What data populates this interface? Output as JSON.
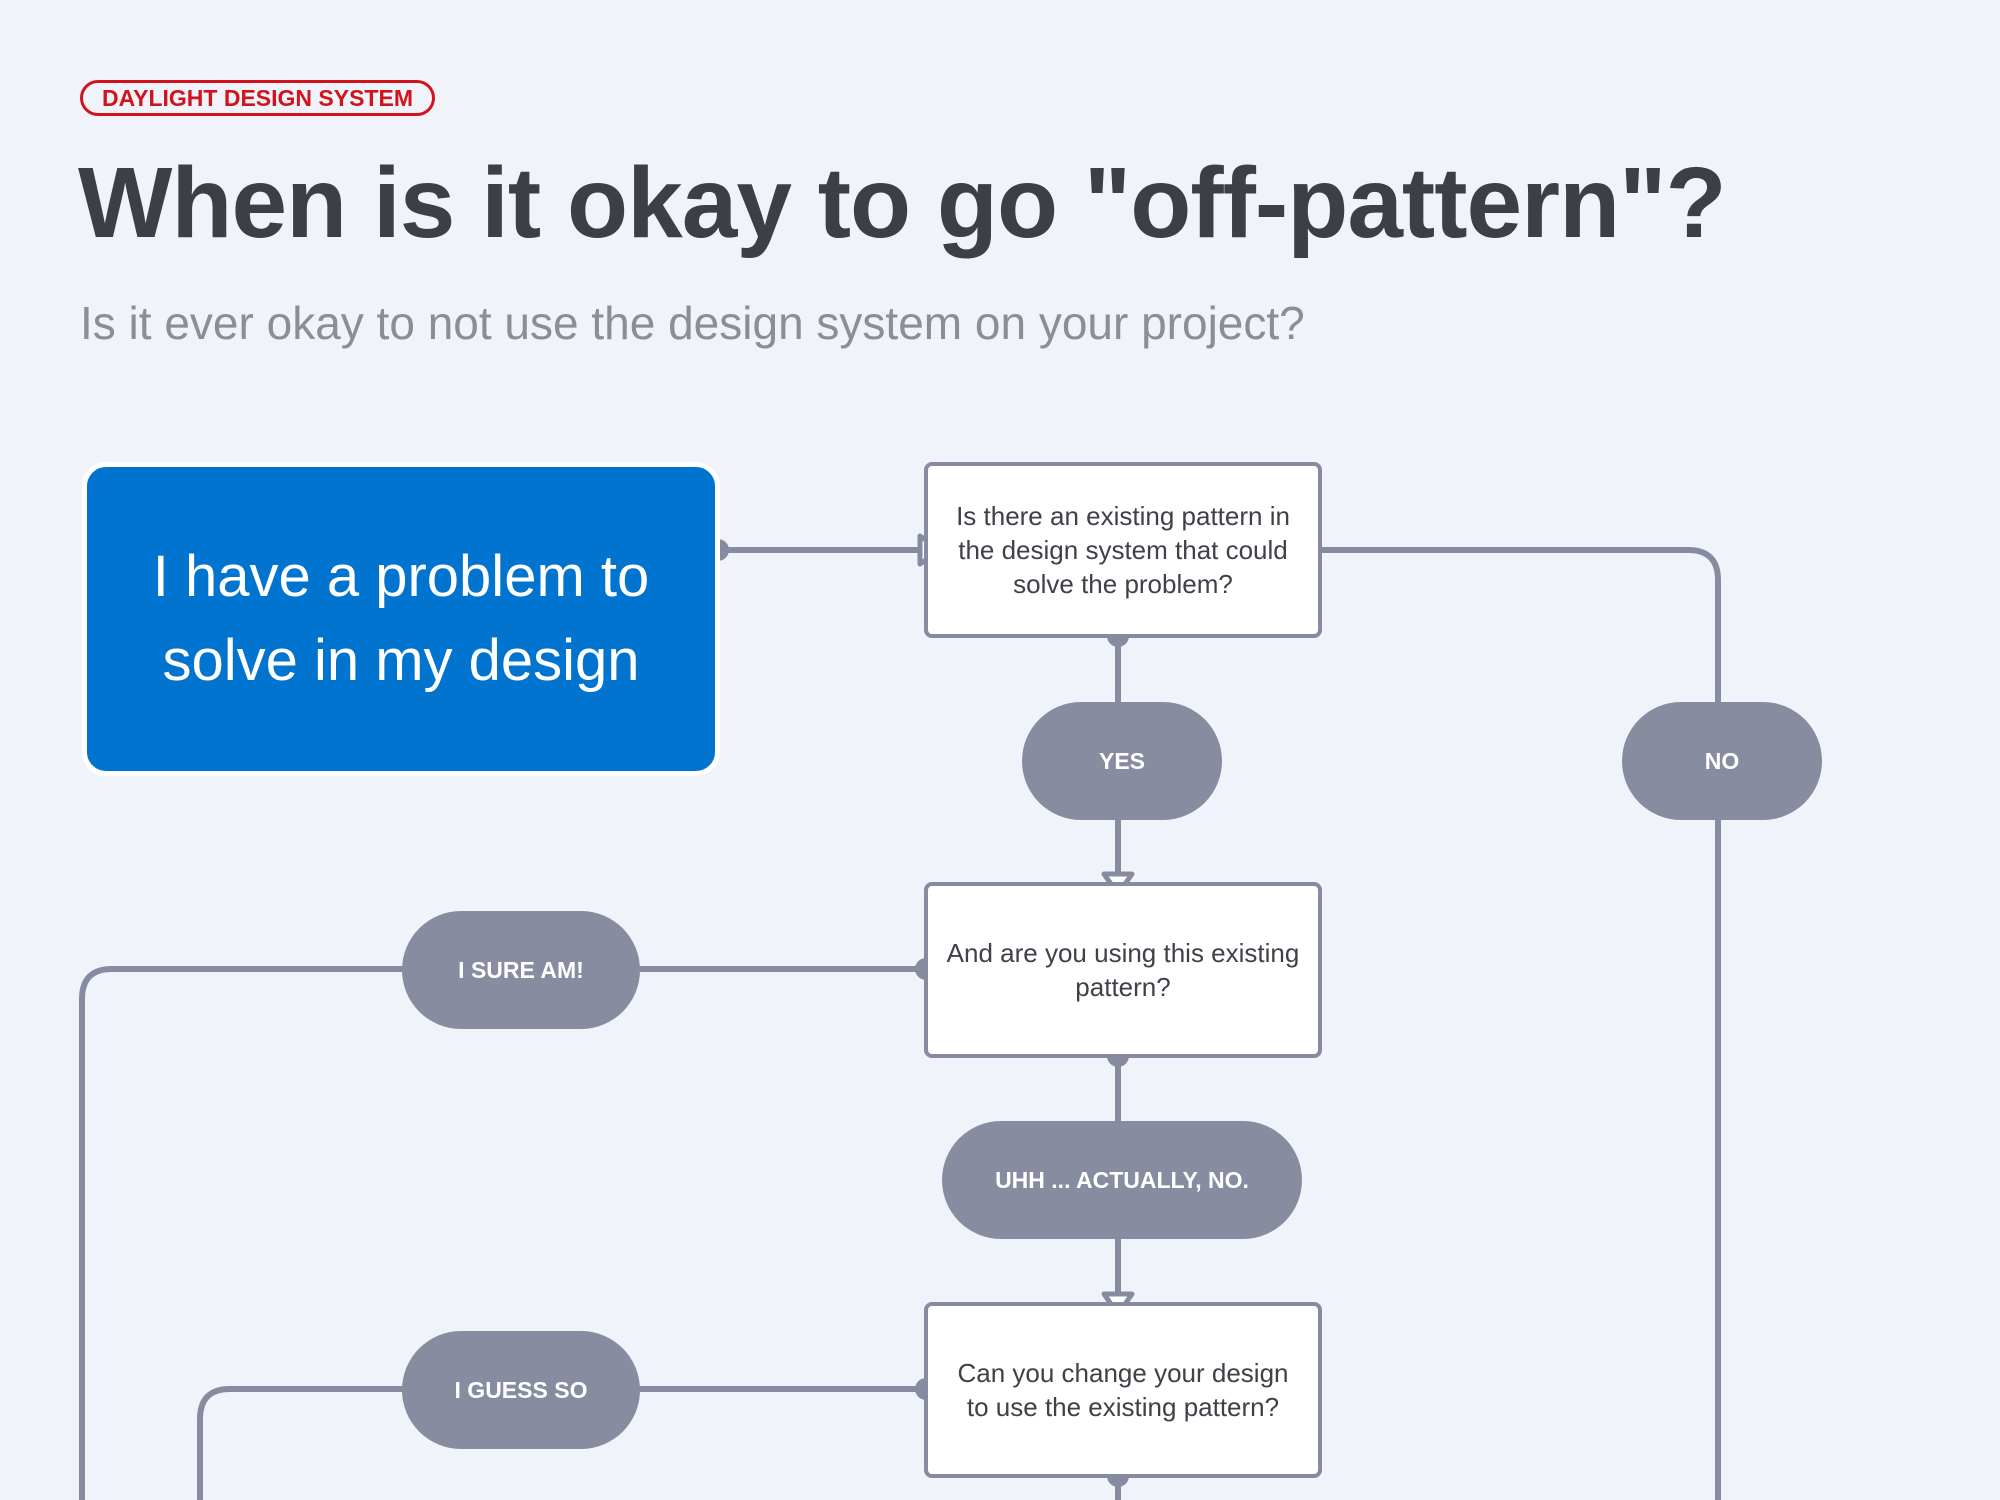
{
  "header": {
    "tag": "DAYLIGHT DESIGN SYSTEM",
    "title": "When is it okay to go \"off-pattern\"?",
    "subtitle": "Is it ever okay to not use the design system on your project?"
  },
  "flowchart": {
    "start": "I have a problem to solve in my design",
    "q1": "Is there an existing pattern in the design system that could solve the problem?",
    "q2": "And are you using this existing pattern?",
    "q3": "Can you change your design to use the existing pattern?",
    "answers": {
      "yes": "YES",
      "no": "NO",
      "sure": "I SURE AM!",
      "actually_no": "UHH ... ACTUALLY, NO.",
      "guess": "I GUESS SO"
    }
  },
  "colors": {
    "background": "#f0f3f9",
    "accent_red": "#d1141c",
    "start_blue": "#0074cf",
    "connector_gray": "#868b9f"
  }
}
